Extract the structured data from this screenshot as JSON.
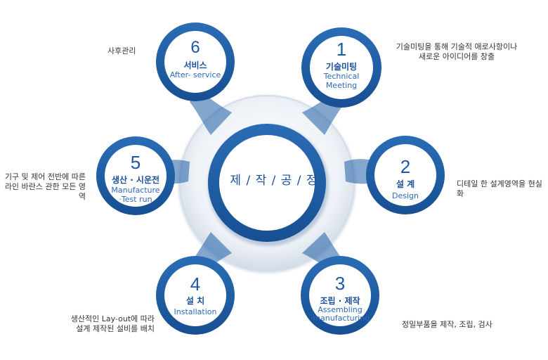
{
  "diagram": {
    "center_title": "제 / 작 / 공 / 정",
    "steps": [
      {
        "number": "1",
        "title_ko": "기술미팅",
        "title_en_lines": [
          "Technical",
          "Meeting"
        ],
        "description_lines": [
          "기술미팅을 통해 기술적 애로사항이나",
          "새로운 아이디어를 창출"
        ]
      },
      {
        "number": "2",
        "title_ko": "설  계",
        "title_en_lines": [
          "Design"
        ],
        "description_lines": [
          "디테일 한 설계영역을 현실화"
        ]
      },
      {
        "number": "3",
        "title_ko": "조립 · 제작",
        "title_en_lines": [
          "Assembling",
          "·manufacturing"
        ],
        "description_lines": [
          "정밀부품을 제작, 조립, 검사"
        ]
      },
      {
        "number": "4",
        "title_ko": "설  치",
        "title_en_lines": [
          "Installation"
        ],
        "description_lines": [
          "생산적인 Lay-out에 따라",
          "설계 제작된 설비를 배치"
        ]
      },
      {
        "number": "5",
        "title_ko": "생산 · 시운전",
        "title_en_lines": [
          "Manufacture",
          "·Test run"
        ],
        "description_lines": [
          "기구 및 제어 전반에 따른",
          "라인 바란스 관한 모든 영역"
        ]
      },
      {
        "number": "6",
        "title_ko": "서비스",
        "title_en_lines": [
          "After- service"
        ],
        "description_lines": [
          "사후관리"
        ]
      }
    ],
    "colors": {
      "primary_blue": "#1e5fa6",
      "dark_blue": "#1a4f98",
      "ring_light": "#dde5ee"
    }
  }
}
